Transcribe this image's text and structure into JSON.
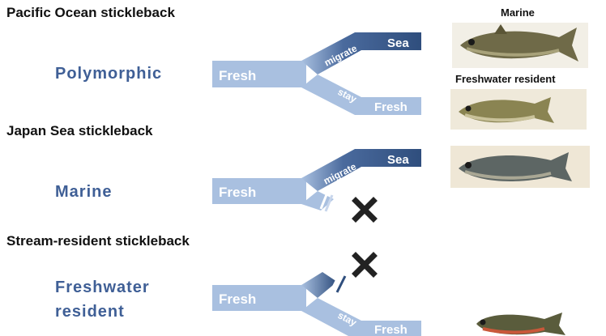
{
  "sections": [
    {
      "title": "Pacific Ocean stickleback",
      "ecotype": "Polymorphic",
      "origin": "Fresh",
      "up": {
        "action": "migrate",
        "destination": "Sea"
      },
      "down": {
        "action": "stay",
        "destination": "Fresh"
      }
    },
    {
      "title": "Japan Sea stickleback",
      "ecotype": "Marine",
      "origin": "Fresh",
      "up": {
        "action": "migrate",
        "destination": "Sea"
      }
    },
    {
      "title": "Stream-resident stickleback",
      "ecotype_line1": "Freshwater",
      "ecotype_line2": "resident",
      "origin": "Fresh",
      "down": {
        "action": "stay",
        "destination": "Fresh"
      }
    }
  ],
  "fish_captions": {
    "marine": "Marine",
    "freshwater": "Freshwater resident"
  },
  "colors": {
    "light_blue": "#a9c0e0",
    "dark_blue": "#2f4e7d",
    "label_blue": "#3f5f96",
    "cross": "#222222"
  }
}
